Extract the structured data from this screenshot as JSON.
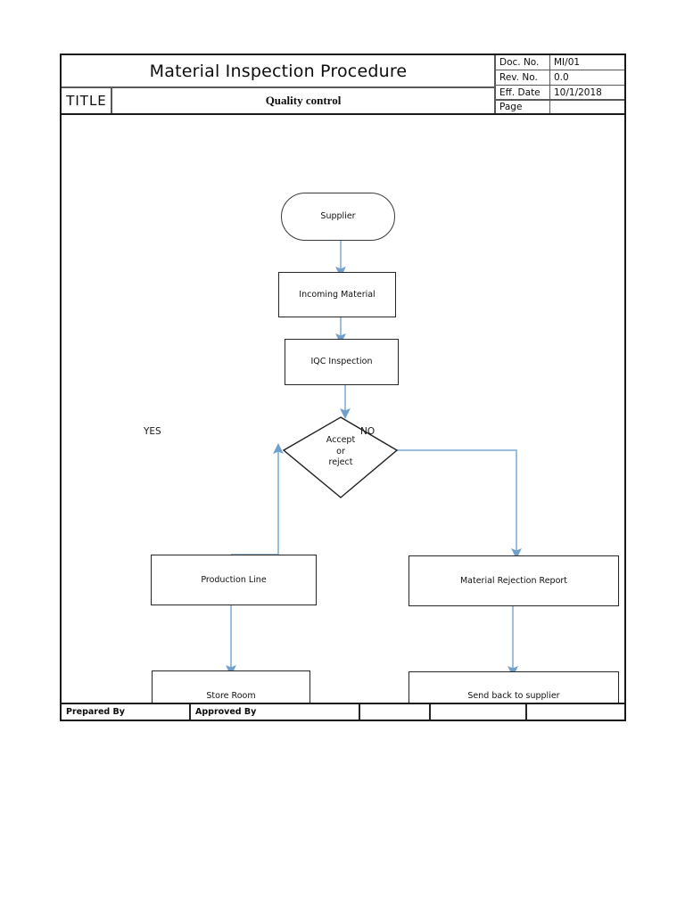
{
  "document": {
    "title": "Material Inspection Procedure",
    "title_label": "TITLE",
    "title_value": "Quality control",
    "meta": [
      {
        "key": "Doc. No.",
        "value": "MI/01"
      },
      {
        "key": "Rev. No.",
        "value": "0.0"
      },
      {
        "key": "Eff.  Date",
        "value": "10/1/2018"
      },
      {
        "key": "Page",
        "value": ""
      }
    ]
  },
  "flowchart": {
    "nodes": [
      {
        "id": "supplier",
        "label": "Supplier",
        "shape": "terminator"
      },
      {
        "id": "incoming-material",
        "label": "Incoming Material",
        "shape": "process"
      },
      {
        "id": "iqc-inspection",
        "label": "IQC Inspection",
        "shape": "process"
      },
      {
        "id": "accept-or-reject",
        "label": "Accept\nor\nreject",
        "shape": "decision"
      },
      {
        "id": "production-line",
        "label": "Production Line",
        "shape": "process"
      },
      {
        "id": "store-room",
        "label": "Store Room",
        "shape": "process"
      },
      {
        "id": "material-rejection-report",
        "label": "Material Rejection Report",
        "shape": "process"
      },
      {
        "id": "send-back-to-supplier",
        "label": "Send back to supplier",
        "shape": "process"
      }
    ],
    "decision_lines": {
      "line1": "Accept",
      "line2": "or",
      "line3": "reject"
    },
    "branch_labels": {
      "yes": "YES",
      "no": "NO"
    },
    "connector_color": "#7ba7d0"
  },
  "footer": {
    "cells": [
      {
        "label": "Prepared By"
      },
      {
        "label": "Approved By"
      },
      {
        "label": ""
      },
      {
        "label": ""
      },
      {
        "label": ""
      }
    ]
  }
}
